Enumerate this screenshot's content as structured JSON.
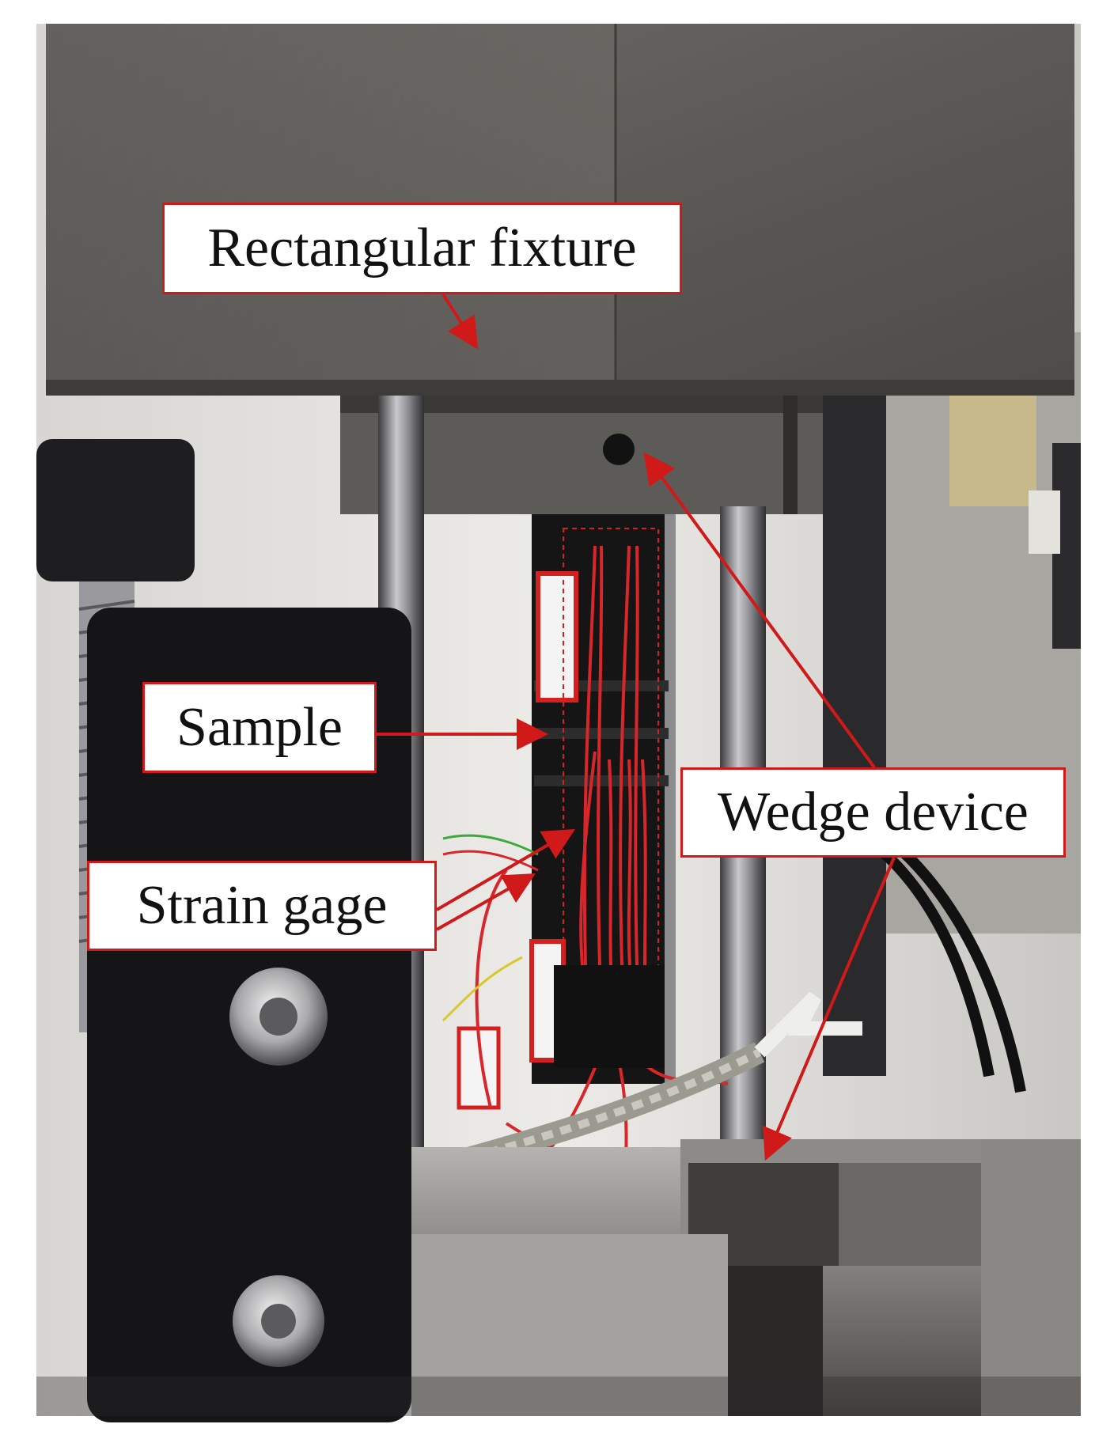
{
  "labels": {
    "fixture": "Rectangular fixture",
    "sample": "Sample",
    "strain_gage": "Strain gage",
    "wedge_device": "Wedge device"
  },
  "colors": {
    "annotation": "#d01a1a",
    "label_background": "#ffffff",
    "label_text": "#111111"
  }
}
